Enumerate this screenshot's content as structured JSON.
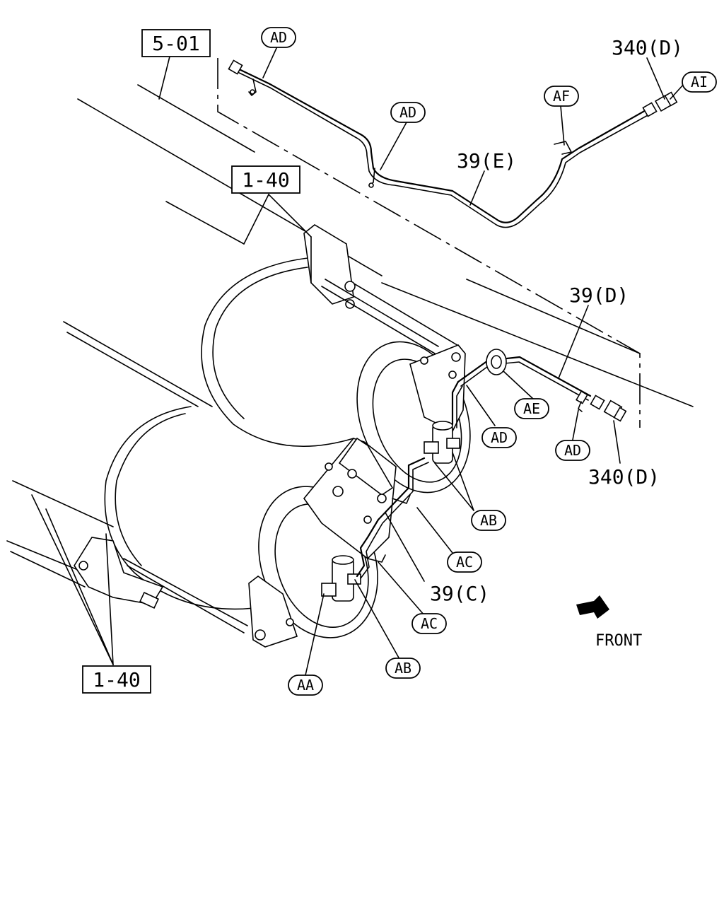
{
  "refs": {
    "ref_5_01": "5-01",
    "ref_1_40_top": "1-40",
    "ref_1_40_bottom": "1-40"
  },
  "parts": {
    "p39e": "39(E)",
    "p39d": "39(D)",
    "p39c": "39(C)",
    "p340d_top": "340(D)",
    "p340d_bottom": "340(D)"
  },
  "callouts": {
    "ad_1": "AD",
    "ad_2": "AD",
    "ad_3": "AD",
    "ad_4": "AD",
    "af": "AF",
    "ai": "AI",
    "ae": "AE",
    "ab_1": "AB",
    "ab_2": "AB",
    "ac_1": "AC",
    "ac_2": "AC",
    "aa": "AA"
  },
  "direction": {
    "front_label": "FRONT",
    "arrow_icon": "arrow-icon"
  }
}
